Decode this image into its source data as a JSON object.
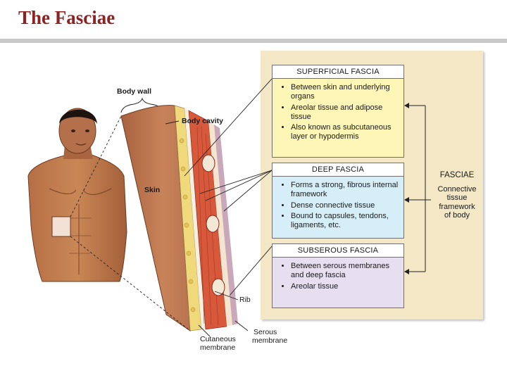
{
  "slide": {
    "title": "The Fasciae"
  },
  "diagram": {
    "labels": {
      "body_wall": "Body wall",
      "body_cavity": "Body cavity",
      "skin": "Skin",
      "rib": "Rib",
      "cutaneous_line1": "Cutaneous",
      "cutaneous_line2": "membrane",
      "serous_line1": "Serous",
      "serous_line2": "membrane"
    },
    "superficial": {
      "header": "SUPERFICIAL FASCIA",
      "items": [
        "Between skin and underlying organs",
        "Areolar tissue and adipose tissue",
        "Also known as subcutaneous layer or hypodermis"
      ]
    },
    "deep": {
      "header": "DEEP FASCIA",
      "items": [
        "Forms a strong, fibrous internal framework",
        "Dense connective tissue",
        "Bound to capsules, tendons, ligaments, etc."
      ]
    },
    "subserous": {
      "header": "SUBSEROUS FASCIA",
      "items": [
        "Between serous membranes and deep fascia",
        "Areolar tissue"
      ]
    },
    "fasciae": {
      "title": "FASCIAE",
      "line1": "Connective",
      "line2": "tissue",
      "line3": "framework",
      "line4": "of body"
    }
  },
  "colors": {
    "title": "#8b2323",
    "panel": "#f3e7c6",
    "superficial_box": "#fdf6b6",
    "deep_box": "#d6eef8",
    "subserous_box": "#e7dff0"
  }
}
